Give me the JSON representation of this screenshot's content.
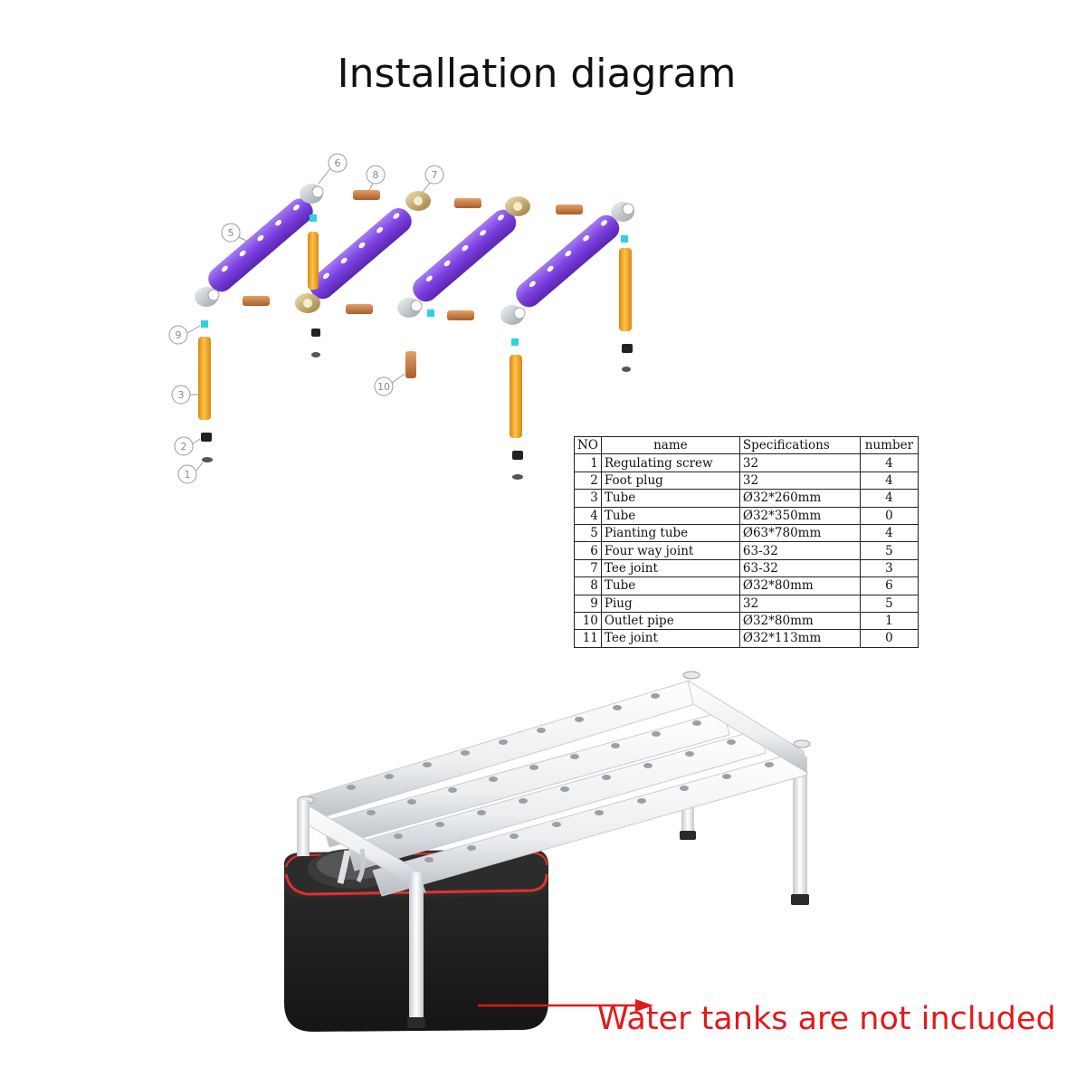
{
  "title": "Installation diagram",
  "callouts": [
    "1",
    "2",
    "3",
    "5",
    "6",
    "7",
    "8",
    "9",
    "10"
  ],
  "parts_table": {
    "headers": [
      "NO",
      "name",
      "Specifications",
      "number"
    ],
    "rows": [
      [
        "1",
        "Regulating screw",
        "32",
        "4"
      ],
      [
        "2",
        "Foot plug",
        "32",
        "4"
      ],
      [
        "3",
        "Tube",
        "Ø32*260mm",
        "4"
      ],
      [
        "4",
        "Tube",
        "Ø32*350mm",
        "0"
      ],
      [
        "5",
        "Pianting tube",
        "Ø63*780mm",
        "4"
      ],
      [
        "6",
        "Four way joint",
        "63-32",
        "5"
      ],
      [
        "7",
        "Tee joint",
        "63-32",
        "3"
      ],
      [
        "8",
        "Tube",
        "Ø32*80mm",
        "6"
      ],
      [
        "9",
        "Piug",
        "32",
        "5"
      ],
      [
        "10",
        "Outlet pipe",
        "Ø32*80mm",
        "1"
      ],
      [
        "11",
        "Tee joint",
        "Ø32*113mm",
        "0"
      ]
    ]
  },
  "note": "Water tanks are not included",
  "colors": {
    "planting_tube": "#7b3fe0",
    "leg_tube": "#f0a020",
    "connector_tube": "#c87838",
    "joint": "#c8cdd2",
    "tee_joint": "#c9ad6a",
    "note_red": "#e11a1a",
    "tank": "#1e1e1e",
    "tank_trim": "#e03030"
  }
}
